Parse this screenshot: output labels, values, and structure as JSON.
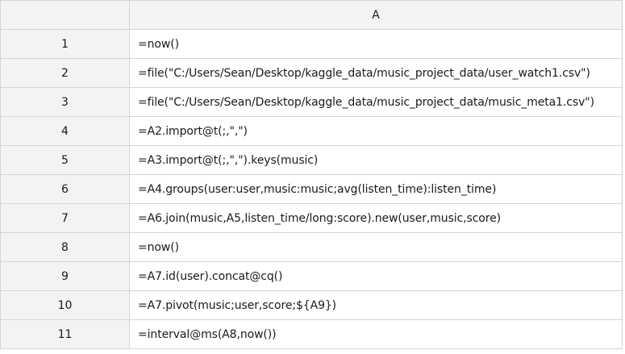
{
  "sheet": {
    "column_headers": [
      "A"
    ],
    "rows": [
      {
        "num": "1",
        "formula": "=now()"
      },
      {
        "num": "2",
        "formula": "=file(\"C:/Users/Sean/Desktop/kaggle_data/music_project_data/user_watch1.csv\")"
      },
      {
        "num": "3",
        "formula": "=file(\"C:/Users/Sean/Desktop/kaggle_data/music_project_data/music_meta1.csv\")"
      },
      {
        "num": "4",
        "formula": "=A2.import@t(;,\",\")"
      },
      {
        "num": "5",
        "formula": "=A3.import@t(;,\",\").keys(music)"
      },
      {
        "num": "6",
        "formula": "=A4.groups(user:user,music:music;avg(listen_time):listen_time)"
      },
      {
        "num": "7",
        "formula": "=A6.join(music,A5,listen_time/long:score).new(user,music,score)"
      },
      {
        "num": "8",
        "formula": "=now()"
      },
      {
        "num": "9",
        "formula": "=A7.id(user).concat@cq()"
      },
      {
        "num": "10",
        "formula": "=A7.pivot(music;user,score;${A9})"
      },
      {
        "num": "11",
        "formula": "=interval@ms(A8,now())"
      }
    ]
  }
}
